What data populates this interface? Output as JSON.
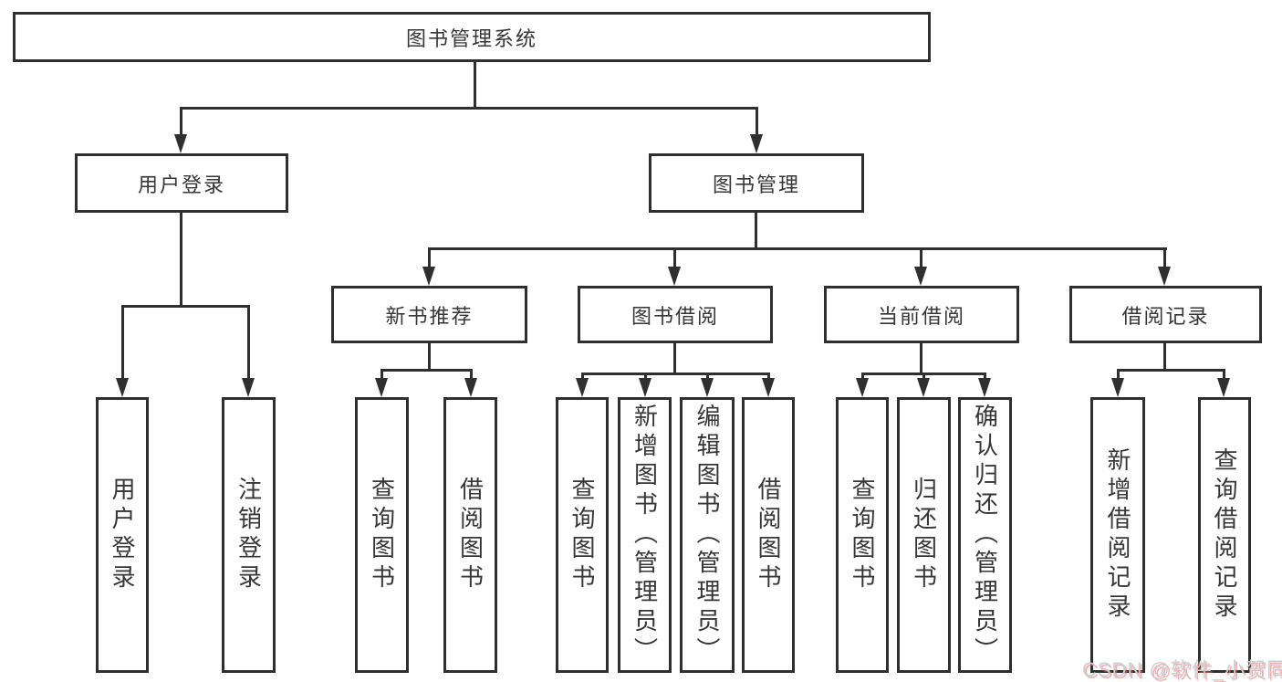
{
  "diagram_title": "图书管理系统",
  "tree": {
    "label": "图书管理系统",
    "children": [
      {
        "label": "用户登录",
        "children": [
          {
            "label": "用户登录"
          },
          {
            "label": "注销登录"
          }
        ]
      },
      {
        "label": "图书管理",
        "children": [
          {
            "label": "新书推荐",
            "children": [
              {
                "label": "查询图书"
              },
              {
                "label": "借阅图书"
              }
            ]
          },
          {
            "label": "图书借阅",
            "children": [
              {
                "label": "查询图书"
              },
              {
                "label": "新增图书（管理员）"
              },
              {
                "label": "编辑图书（管理员）"
              },
              {
                "label": "借阅图书"
              }
            ]
          },
          {
            "label": "当前借阅",
            "children": [
              {
                "label": "查询图书"
              },
              {
                "label": "归还图书"
              },
              {
                "label": "确认归还（管理员）"
              }
            ]
          },
          {
            "label": "借阅记录",
            "children": [
              {
                "label": "新增借阅记录"
              },
              {
                "label": "查询借阅记录"
              }
            ]
          }
        ]
      }
    ]
  },
  "watermark": {
    "text": "CSDN @软件_小贺同学"
  },
  "colors": {
    "line": "#2f2f2f",
    "box_border": "#2f2f2f",
    "text": "#363636",
    "background": "#ffffff",
    "watermark_text": "#ccced1",
    "watermark_shadow": "#f46a6a"
  }
}
